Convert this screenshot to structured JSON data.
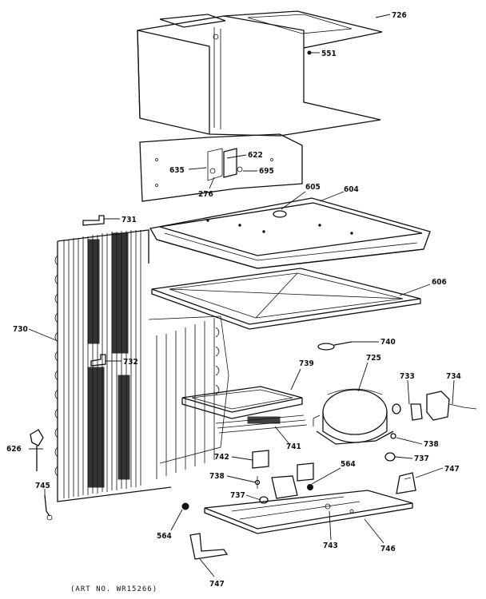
{
  "diagram": {
    "part_numbers": {
      "p726": "726",
      "p551": "551",
      "p622": "622",
      "p635": "635",
      "p695": "695",
      "p276": "276",
      "p605": "605",
      "p604": "604",
      "p731": "731",
      "p606": "606",
      "p730": "730",
      "p740": "740",
      "p732": "732",
      "p739": "739",
      "p725": "725",
      "p733": "733",
      "p734": "734",
      "p741": "741",
      "p738a": "738",
      "p737a": "737",
      "p742": "742",
      "p564a": "564",
      "p747a": "747",
      "p626": "626",
      "p738b": "738",
      "p737b": "737",
      "p745": "745",
      "p564b": "564",
      "p743": "743",
      "p746": "746",
      "p747b": "747"
    },
    "footer_text": "(ART NO. WR15266)"
  }
}
